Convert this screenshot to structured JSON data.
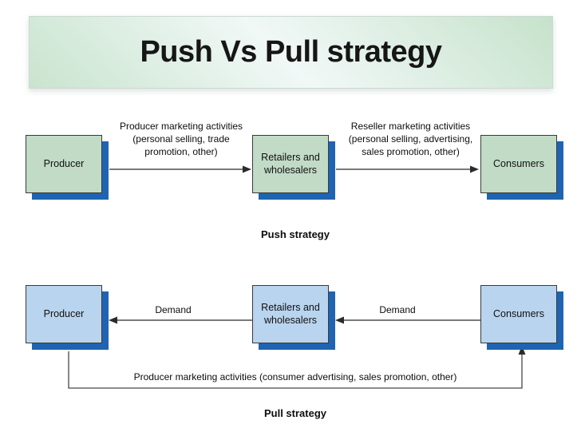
{
  "slide": {
    "title": "Push Vs Pull strategy"
  },
  "push": {
    "producer_label": "Producer",
    "intermediary_label": "Retailers and wholesalers",
    "consumers_label": "Consumers",
    "arrow1_lines": [
      "Producer marketing activities",
      "(personal selling, trade",
      "promotion, other)"
    ],
    "arrow2_lines": [
      "Reseller marketing activities",
      "(personal selling, advertising,",
      "sales promotion, other)"
    ],
    "caption": "Push strategy"
  },
  "pull": {
    "producer_label": "Producer",
    "intermediary_label": "Retailers and wholesalers",
    "consumers_label": "Consumers",
    "demand1_label": "Demand",
    "demand2_label": "Demand",
    "feedback_label": "Producer marketing activities (consumer advertising, sales promotion, other)",
    "caption": "Pull strategy"
  },
  "colors": {
    "push_box_fill": "#c1dbc7",
    "pull_box_fill": "#b9d4ee",
    "box_shadow_blue": "#1f64b2",
    "box_border": "#3a3a3a",
    "banner_green": "#c6e2cb",
    "banner_light": "#f1f8f7",
    "connector_line": "#333333",
    "text": "#111111",
    "background": "#ffffff"
  }
}
